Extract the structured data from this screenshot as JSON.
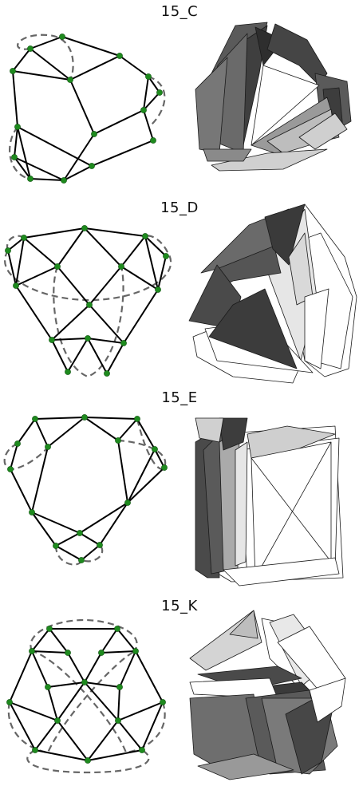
{
  "panels": [
    {
      "id": "15_C",
      "title": "15_C"
    },
    {
      "id": "15_D",
      "title": "15_D"
    },
    {
      "id": "15_E",
      "title": "15_E"
    },
    {
      "id": "15_K",
      "title": "15_K"
    }
  ],
  "colors": {
    "edge": "#000000",
    "dashed_curve": "#666666",
    "node": "#1e8a1e",
    "face_dark": "#4d4d4d",
    "face_mid": "#7a7a7a",
    "face_light": "#bdbdbd",
    "face_white": "#ffffff"
  }
}
